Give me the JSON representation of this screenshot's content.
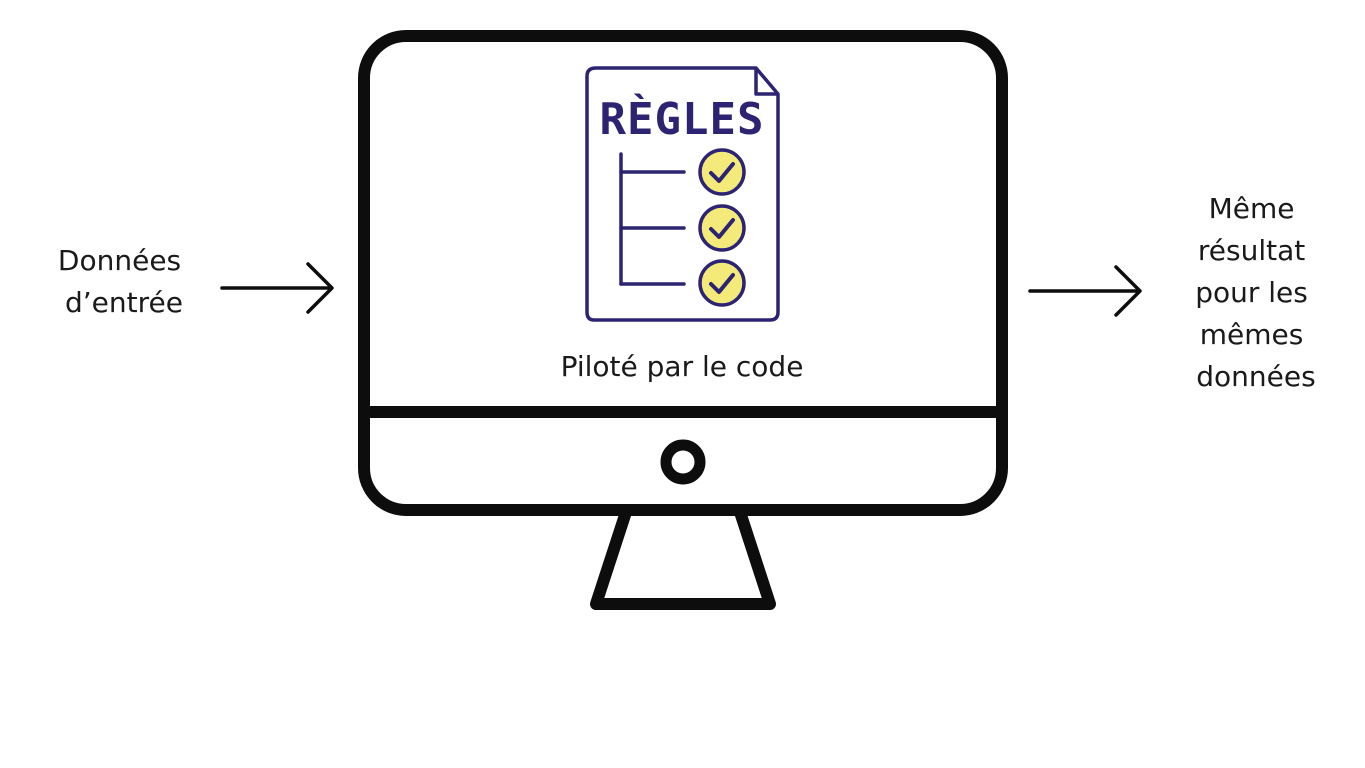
{
  "input": {
    "lines": [
      "Données",
      "d’entrée"
    ]
  },
  "output": {
    "lines": [
      "Même",
      "résultat",
      "pour les",
      "mêmes",
      "données"
    ]
  },
  "document": {
    "title": "RÈGLES",
    "check_count": 3
  },
  "caption": "Piloté par le code",
  "colors": {
    "outline": "#0d0d0d",
    "doc_stroke": "#2c2373",
    "check_fill": "#f3ea7a",
    "background": "#ffffff"
  },
  "icons": {
    "monitor": "monitor-icon",
    "document": "rules-document-icon",
    "check": "check-circle-icon",
    "arrow": "arrow-right-icon"
  }
}
